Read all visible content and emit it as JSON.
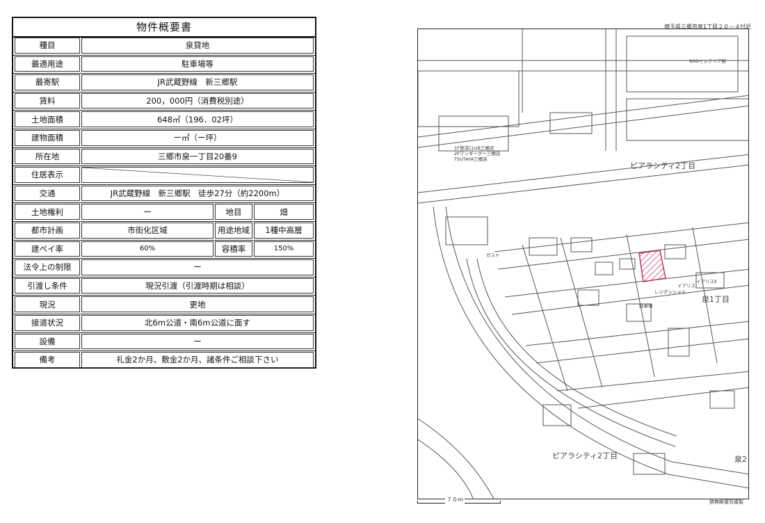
{
  "sheet": {
    "title": "物件概要書",
    "rows": [
      {
        "label": "種目",
        "value": "泉貸地"
      },
      {
        "label": "最適用途",
        "value": "駐車場等"
      },
      {
        "label": "最寄駅",
        "value": "JR武蔵野線　新三郷駅"
      },
      {
        "label": "賃料",
        "value": "200，000円（消費税別途）"
      },
      {
        "label": "土地面積",
        "value": "648㎡（196．02坪）"
      },
      {
        "label": "建物面積",
        "value": "ー㎡（ー坪）"
      },
      {
        "label": "所在地",
        "value": "三郷市泉一丁目20番9"
      },
      {
        "label": "住居表示",
        "value": ""
      },
      {
        "label": "交通",
        "value": "JR武蔵野線　新三郷駅　徒歩27分（約2200m）"
      },
      {
        "label": "土地権利",
        "value": "ー",
        "label2": "地目",
        "value2": "畑"
      },
      {
        "label": "都市計画",
        "value": "市街化区域",
        "label2": "用途地域",
        "value2": "1種中高層"
      },
      {
        "label": "建ペイ率",
        "value": "60%",
        "label2": "容積率",
        "value2": "150%"
      },
      {
        "label": "法令上の制限",
        "value": "ー"
      },
      {
        "label": "引渡し条件",
        "value": "現況引渡（引渡時期は相談）"
      },
      {
        "label": "現況",
        "value": "更地"
      },
      {
        "label": "接道状況",
        "value": "北6m公道・南6m公道に面す"
      },
      {
        "label": "設備",
        "value": "ー"
      },
      {
        "label": "備考",
        "value": "礼金2か月、敷金2か月、諸条件ご相談下さい"
      }
    ]
  },
  "map": {
    "header": "埼玉県三郷市泉1丁目２０－４付近",
    "area_labels": [
      "ピアラシティ2丁目",
      "泉1丁目",
      "ピアラシティ2丁目",
      "泉2"
    ],
    "store_labels": [
      "1F快活CLUB三郷店",
      "2Fワンダーグー三郷店",
      "TSUTAYA三郷店",
      "NSGインテリア館",
      "イアリス",
      "イアリスⅡ",
      "レジデンシャル",
      "ガスト",
      "駐車場"
    ],
    "scale_label": "７０ｍ",
    "footer": "禁無断複写複製",
    "highlight_color": "#c0306a"
  }
}
